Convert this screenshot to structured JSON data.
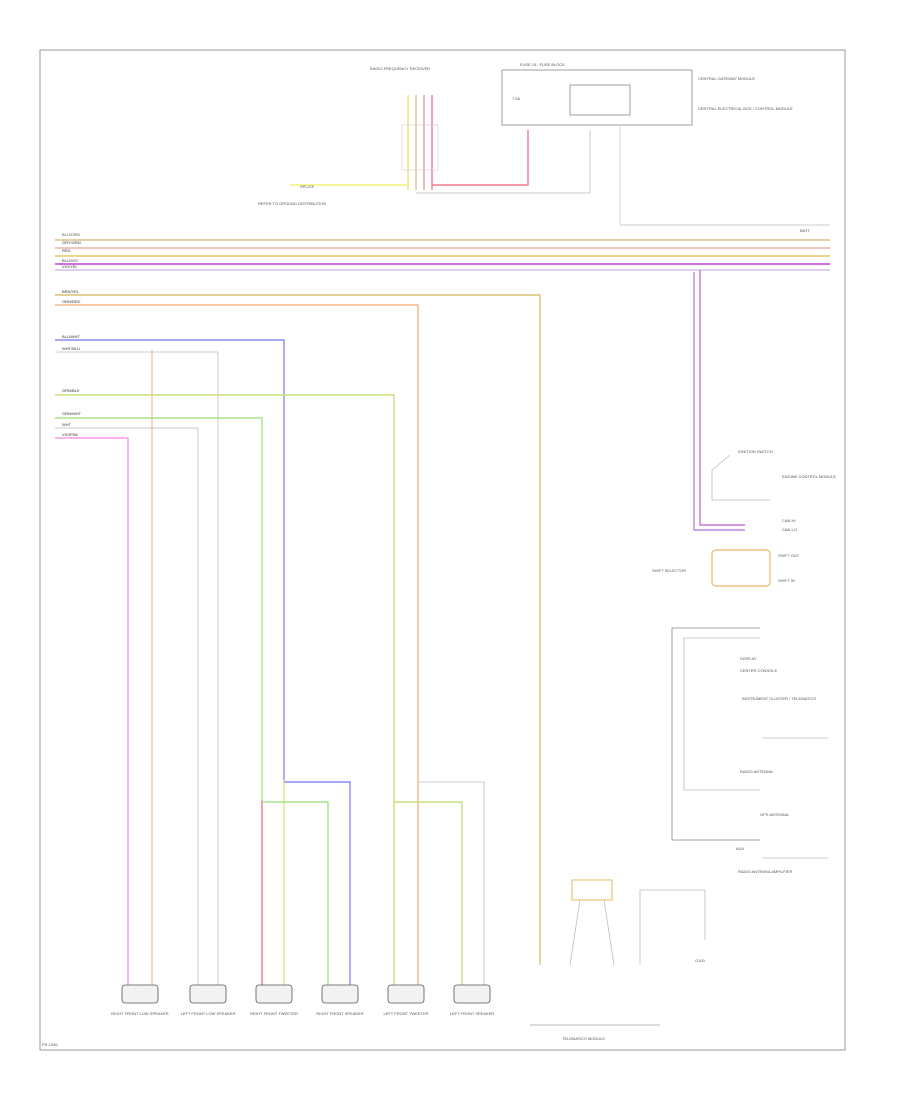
{
  "footer": {
    "code": "FR-1046"
  },
  "top": {
    "antenna_module": "RADIO FREQUENCY RECEIVER",
    "fuse_box": "FUSE 15 / FUSE BLOCK",
    "fuse_rating": "7.5A",
    "central_module": "CENTRAL GATEWAY MODULE",
    "central_module_note": "CENTRAL ELECTRICAL BOX / CONTROL MODULE",
    "ground_note": "REFER TO GROUND DISTRIBUTION",
    "splice": "SPLICE"
  },
  "bus_labels": {
    "right": "BATT",
    "left_top": "BLU/ORN"
  },
  "wire_tags": {
    "w1": "GRY/GRN",
    "w2": "RED",
    "w3": "BLU/VIO",
    "w4": "VIO/YEL",
    "w5": "BRN/YEL",
    "w6": "ORN/RED",
    "w7": "BLU/WHT",
    "w8": "WHT/BLU",
    "w9": "GRN/BLK",
    "w10": "GRN/WHT",
    "w11": "WHT",
    "w12": "VIO/PNK"
  },
  "right_side": {
    "ignition": "IGNITION SWITCH",
    "module1": "ENGINE CONTROL MODULE",
    "can_hi": "CAN HI",
    "can_lo": "CAN LO",
    "gateway": "SHIFT SELECTOR",
    "shift_out": "SHIFT OUT",
    "shift_in": "SHIFT IN",
    "display": "DISPLAY",
    "display_note": "INSTRUMENT CLUSTER / TELEMATICS",
    "display_sub": "CENTER CONSOLE",
    "antenna1": "RADIO ANTENNA",
    "antenna2": "GPS ANTENNA",
    "antenna3": "RADIO ANTENNA AMPLIFIER",
    "aux": "AUX"
  },
  "speakers": [
    {
      "label": "RIGHT FRONT LOW SPEAKER"
    },
    {
      "label": "LEFT FRONT LOW SPEAKER"
    },
    {
      "label": "RIGHT FRONT TWEETER"
    },
    {
      "label": "RIGHT FRONT SPEAKER"
    },
    {
      "label": "LEFT FRONT TWEETER"
    },
    {
      "label": "LEFT FRONT SPEAKER"
    }
  ],
  "telematics": {
    "label": "TELEMATICS MODULE",
    "ground": "G100"
  },
  "accent_colors": {
    "yellow": "#f2f27a",
    "red": "#f07a8a",
    "tan": "#d8c48c",
    "violet": "#d26ee0",
    "gold": "#e6c96a",
    "orange": "#f3b98a",
    "blue": "#8c8cf5",
    "green": "#c6e07a",
    "lgreen": "#a6e48a",
    "pink": "#f59af0",
    "gray": "#cfcfcf"
  }
}
